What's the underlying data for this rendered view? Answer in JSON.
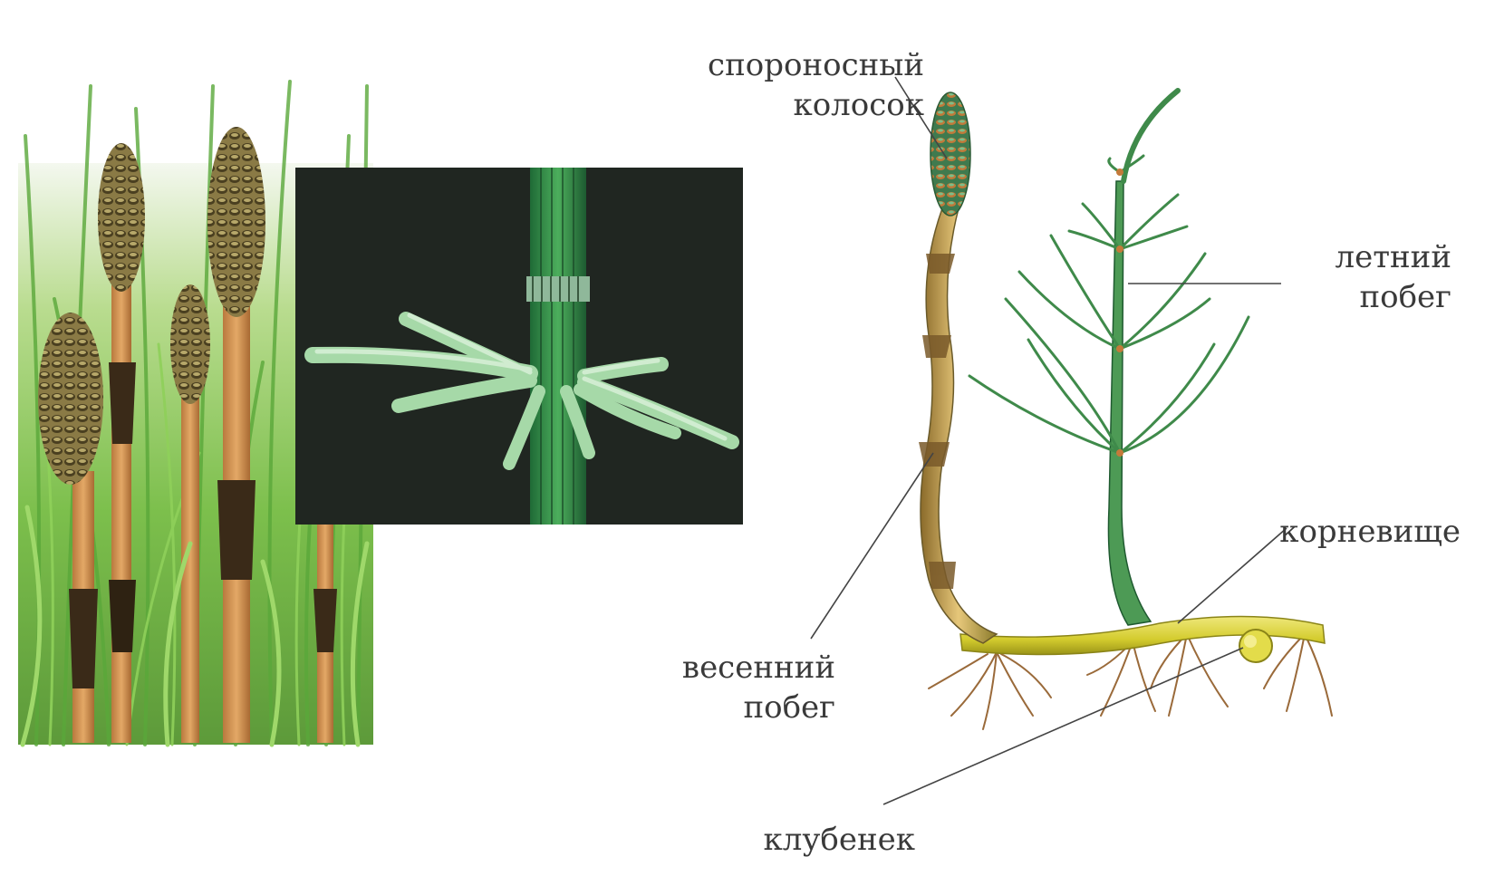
{
  "labels": {
    "sporo_line1": "спороносный",
    "sporo_line2": "колосок",
    "summer_line1": "летний",
    "summer_line2": "побег",
    "rhizome": "корневище",
    "spring_line1": "весенний",
    "spring_line2": "побег",
    "tuber": "клубенек"
  },
  "colors": {
    "background": "#ffffff",
    "label_text": "#3a3a3a",
    "leader_line": "#444444",
    "rhizome": "#d8d23a",
    "summer_shoot": "#3f8a4a",
    "spring_shoot": "#c9a04a",
    "photo_dark_bg": "#1d1f1c",
    "grass": "#7ac24a"
  }
}
